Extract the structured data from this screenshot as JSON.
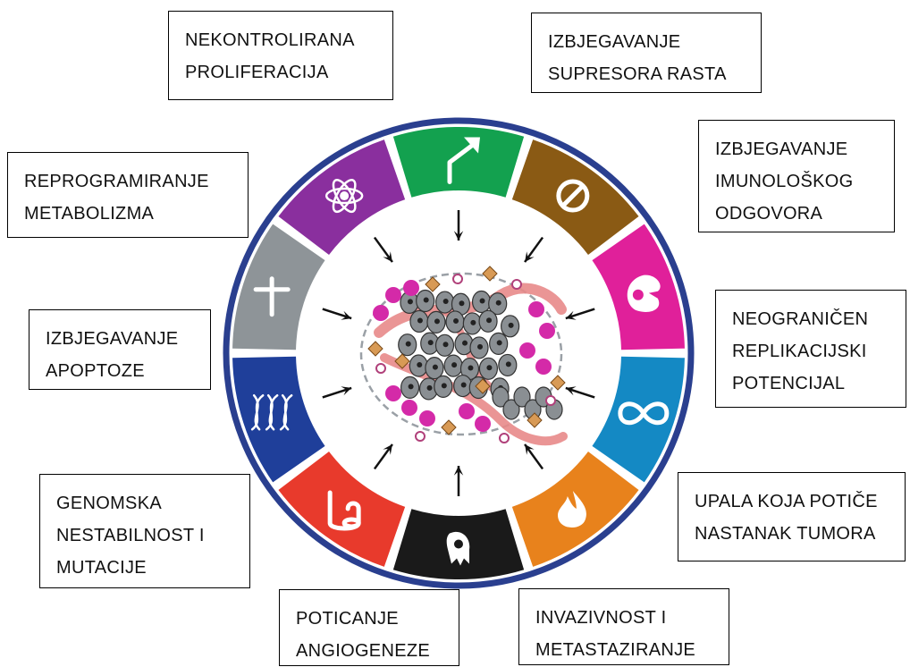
{
  "hallmarks": [
    {
      "id": "proliferation",
      "lines": [
        "NEKONTROLIRANA",
        "PROLIFERACIJA"
      ],
      "color": "#13a14f",
      "icon": "arrow-turn-icon"
    },
    {
      "id": "growth-suppressors",
      "lines": [
        "IZBJEGAVANJE",
        "SUPRESORA RASTA"
      ],
      "color": "#8a5a14",
      "icon": "prohibit-icon"
    },
    {
      "id": "immune-evasion",
      "lines": [
        "IZBJEGAVANJE",
        "IMUNOLOŠKOG",
        "ODGOVORA"
      ],
      "color": "#e0209a",
      "icon": "immune-cell-icon"
    },
    {
      "id": "replicative-potential",
      "lines": [
        "NEOGRANIČEN",
        "REPLIKACIJSKI",
        "POTENCIJAL"
      ],
      "color": "#1489c4",
      "icon": "infinity-icon"
    },
    {
      "id": "inflammation",
      "lines": [
        "UPALA KOJA POTIČE",
        "NASTANAK TUMORA"
      ],
      "color": "#e8821c",
      "icon": "flame-icon"
    },
    {
      "id": "invasion",
      "lines": [
        "INVAZIVNOST I",
        "METASTAZIRANJE"
      ],
      "color": "#1a1a1a",
      "icon": "spreading-cell-icon"
    },
    {
      "id": "angiogenesis",
      "lines": [
        "POTICANJE",
        "ANGIOGENEZE"
      ],
      "color": "#e83a2c",
      "icon": "vessel-icon"
    },
    {
      "id": "genome-instability",
      "lines": [
        "GENOMSKA",
        "NESTABILNOST I",
        "MUTACIJE"
      ],
      "color": "#1f3f9a",
      "icon": "dna-icon"
    },
    {
      "id": "apoptosis",
      "lines": [
        "IZBJEGAVANJE",
        "APOPTOZE"
      ],
      "color": "#8e9498",
      "icon": "cross-icon"
    },
    {
      "id": "metabolism",
      "lines": [
        "REPROGRAMIRANJE",
        "METABOLIZMA"
      ],
      "color": "#8a2f9e",
      "icon": "atom-icon"
    }
  ],
  "colors": {
    "outer_ring": "#2a3f8f",
    "cell_gray": "#8a8f93",
    "cell_magenta": "#d42aa8",
    "fibroblast": "#e88a8a",
    "stroma_cell": "#d89a55"
  }
}
